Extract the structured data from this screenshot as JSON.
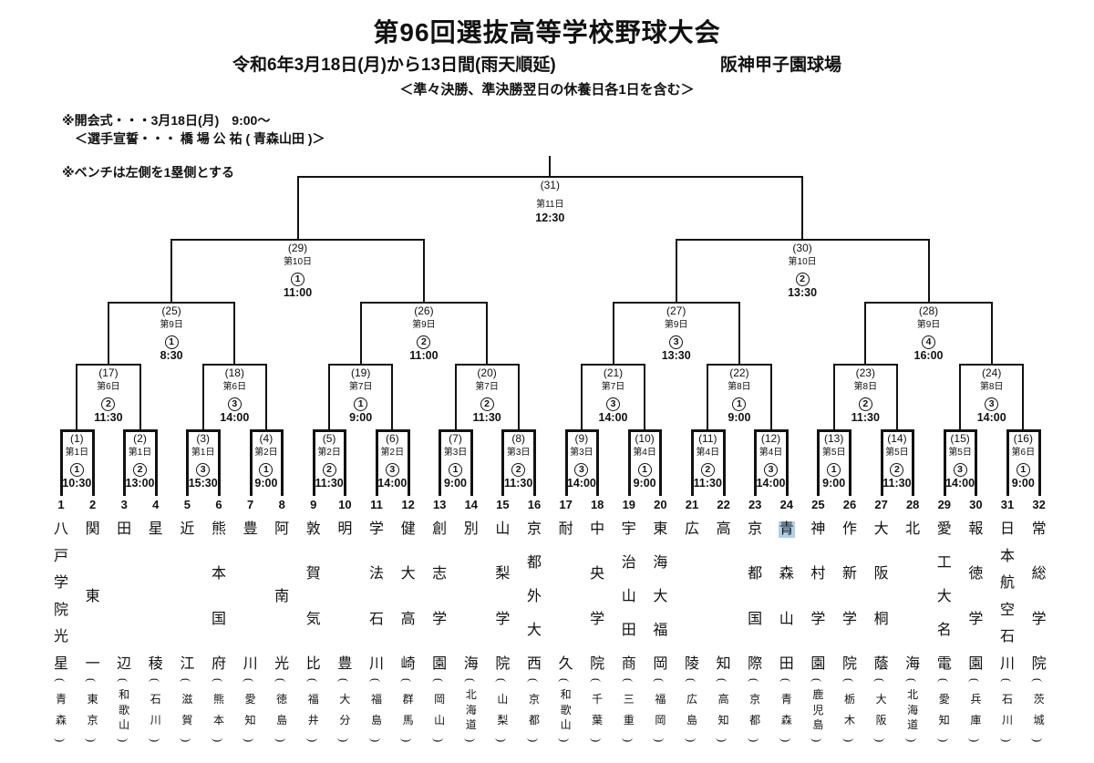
{
  "header": {
    "title": "第96回選抜高等学校野球大会",
    "date_line": "令和6年3月18日(月)から13日間(雨天順延)",
    "venue": "阪神甲子園球場",
    "rest_note": "＜準々決勝、準決勝翌日の休養日各1日を含む＞",
    "opening_note": "※開会式・・・3月18日(月)　9:00～",
    "pledge_note": "＜選手宣誓・・・ 橋 場 公 祐 ( 青森山田 )＞",
    "bench_note": "※ベンチは左側を1塁側とする"
  },
  "bracket": {
    "final": {
      "label": "(31)",
      "day": "第11日",
      "time": "12:30"
    },
    "semifinals": [
      {
        "label": "(29)",
        "day": "第10日",
        "order": "①",
        "time": "11:00"
      },
      {
        "label": "(30)",
        "day": "第10日",
        "order": "②",
        "time": "13:30"
      }
    ],
    "quarterfinals": [
      {
        "label": "(25)",
        "day": "第9日",
        "order": "①",
        "time": "8:30"
      },
      {
        "label": "(26)",
        "day": "第9日",
        "order": "②",
        "time": "11:00"
      },
      {
        "label": "(27)",
        "day": "第9日",
        "order": "③",
        "time": "13:30"
      },
      {
        "label": "(28)",
        "day": "第9日",
        "order": "④",
        "time": "16:00"
      }
    ],
    "round2": [
      {
        "label": "(17)",
        "day": "第6日",
        "order": "②",
        "time": "11:30"
      },
      {
        "label": "(18)",
        "day": "第6日",
        "order": "③",
        "time": "14:00"
      },
      {
        "label": "(19)",
        "day": "第7日",
        "order": "①",
        "time": "9:00"
      },
      {
        "label": "(20)",
        "day": "第7日",
        "order": "②",
        "time": "11:30"
      },
      {
        "label": "(21)",
        "day": "第7日",
        "order": "③",
        "time": "14:00"
      },
      {
        "label": "(22)",
        "day": "第8日",
        "order": "①",
        "time": "9:00"
      },
      {
        "label": "(23)",
        "day": "第8日",
        "order": "②",
        "time": "11:30"
      },
      {
        "label": "(24)",
        "day": "第8日",
        "order": "③",
        "time": "14:00"
      }
    ],
    "round1": [
      {
        "label": "(1)",
        "day": "第1日",
        "order": "①",
        "time": "10:30"
      },
      {
        "label": "(2)",
        "day": "第1日",
        "order": "②",
        "time": "13:00"
      },
      {
        "label": "(3)",
        "day": "第1日",
        "order": "③",
        "time": "15:30"
      },
      {
        "label": "(4)",
        "day": "第2日",
        "order": "①",
        "time": "9:00"
      },
      {
        "label": "(5)",
        "day": "第2日",
        "order": "②",
        "time": "11:30"
      },
      {
        "label": "(6)",
        "day": "第2日",
        "order": "③",
        "time": "14:00"
      },
      {
        "label": "(7)",
        "day": "第3日",
        "order": "①",
        "time": "9:00"
      },
      {
        "label": "(8)",
        "day": "第3日",
        "order": "②",
        "time": "11:30"
      },
      {
        "label": "(9)",
        "day": "第3日",
        "order": "③",
        "time": "14:00"
      },
      {
        "label": "(10)",
        "day": "第4日",
        "order": "①",
        "time": "9:00"
      },
      {
        "label": "(11)",
        "day": "第4日",
        "order": "②",
        "time": "11:30"
      },
      {
        "label": "(12)",
        "day": "第4日",
        "order": "③",
        "time": "14:00"
      },
      {
        "label": "(13)",
        "day": "第5日",
        "order": "①",
        "time": "9:00"
      },
      {
        "label": "(14)",
        "day": "第5日",
        "order": "②",
        "time": "11:30"
      },
      {
        "label": "(15)",
        "day": "第5日",
        "order": "③",
        "time": "14:00"
      },
      {
        "label": "(16)",
        "day": "第6日",
        "order": "①",
        "time": "9:00"
      }
    ],
    "teams": [
      {
        "no": 1,
        "name": "八戸学院光星",
        "pref": "青森"
      },
      {
        "no": 2,
        "name": "関東一",
        "pref": "東京"
      },
      {
        "no": 3,
        "name": "田辺",
        "pref": "和歌山"
      },
      {
        "no": 4,
        "name": "星稜",
        "pref": "石川"
      },
      {
        "no": 5,
        "name": "近江",
        "pref": "滋賀"
      },
      {
        "no": 6,
        "name": "熊本国府",
        "pref": "熊本"
      },
      {
        "no": 7,
        "name": "豊川",
        "pref": "愛知"
      },
      {
        "no": 8,
        "name": "阿南光",
        "pref": "徳島"
      },
      {
        "no": 9,
        "name": "敦賀気比",
        "pref": "福井"
      },
      {
        "no": 10,
        "name": "明豊",
        "pref": "大分"
      },
      {
        "no": 11,
        "name": "学法石川",
        "pref": "福島"
      },
      {
        "no": 12,
        "name": "健大高崎",
        "pref": "群馬"
      },
      {
        "no": 13,
        "name": "創志学園",
        "pref": "岡山"
      },
      {
        "no": 14,
        "name": "別海",
        "pref": "北海道"
      },
      {
        "no": 15,
        "name": "山梨学院",
        "pref": "山梨"
      },
      {
        "no": 16,
        "name": "京都外大西",
        "pref": "京都"
      },
      {
        "no": 17,
        "name": "耐久",
        "pref": "和歌山"
      },
      {
        "no": 18,
        "name": "中央学院",
        "pref": "千葉"
      },
      {
        "no": 19,
        "name": "宇治山田商",
        "pref": "三重"
      },
      {
        "no": 20,
        "name": "東海大福岡",
        "pref": "福岡"
      },
      {
        "no": 21,
        "name": "広陵",
        "pref": "広島"
      },
      {
        "no": 22,
        "name": "高知",
        "pref": "高知"
      },
      {
        "no": 23,
        "name": "京都国際",
        "pref": "京都"
      },
      {
        "no": 24,
        "name": "青森山田",
        "pref": "青森"
      },
      {
        "no": 25,
        "name": "神村学園",
        "pref": "鹿児島"
      },
      {
        "no": 26,
        "name": "作新学院",
        "pref": "栃木"
      },
      {
        "no": 27,
        "name": "大阪桐蔭",
        "pref": "大阪"
      },
      {
        "no": 28,
        "name": "北海",
        "pref": "北海道"
      },
      {
        "no": 29,
        "name": "愛工大名電",
        "pref": "愛知"
      },
      {
        "no": 30,
        "name": "報徳学園",
        "pref": "兵庫"
      },
      {
        "no": 31,
        "name": "日本航空石川",
        "pref": "石川"
      },
      {
        "no": 32,
        "name": "常総学院",
        "pref": "茨城"
      }
    ],
    "highlight": {
      "team_no": 24,
      "char_index": 0,
      "color": "#aed0e8"
    }
  }
}
